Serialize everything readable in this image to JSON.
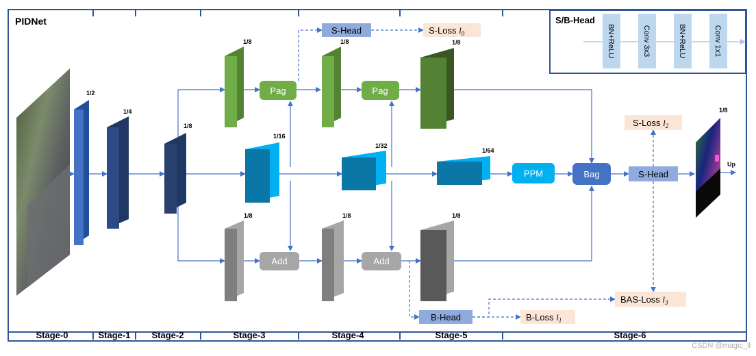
{
  "title": "PIDNet",
  "inset": {
    "title": "S/B-Head",
    "layers": [
      "BN+ReLU",
      "Conv 3x3",
      "BN+ReLU",
      "Conv 1x1"
    ]
  },
  "stages": [
    "Stage-0",
    "Stage-1",
    "Stage-2",
    "Stage-3",
    "Stage-4",
    "Stage-5",
    "Stage-6"
  ],
  "scales": {
    "s1": "1/2",
    "s2": "1/4",
    "s3": "1/8",
    "p3": "1/8",
    "p4": "1/8",
    "p5": "1/8",
    "i3": "1/16",
    "i4": "1/32",
    "i5": "1/64",
    "d3": "1/8",
    "d4": "1/8",
    "d5": "1/8",
    "out": "1/8"
  },
  "modules": {
    "pag": "Pag",
    "add": "Add",
    "ppm": "PPM",
    "bag": "Bag",
    "s_head": "S-Head",
    "b_head": "B-Head",
    "up": "Up"
  },
  "losses": {
    "s0_text": "S-Loss ",
    "s0_math": "l",
    "s0_sub": "0",
    "s2_text": "S-Loss ",
    "s2_math": "l",
    "s2_sub": "2",
    "b1_text": "B-Loss ",
    "b1_math": "l",
    "b1_sub": "1",
    "bas3_text": "BAS-Loss ",
    "bas3_math": "l",
    "bas3_sub": "3"
  },
  "watermark": "CSDN @magic_ll",
  "colors": {
    "frame": "#2f5597",
    "arrow": "#4472c4",
    "green": "#70ad47",
    "cyan": "#00b0f0",
    "bag": "#4472c4",
    "head": "#8faadc",
    "loss_bg": "#fbe5d6",
    "add_gray": "#a6a6a6"
  }
}
